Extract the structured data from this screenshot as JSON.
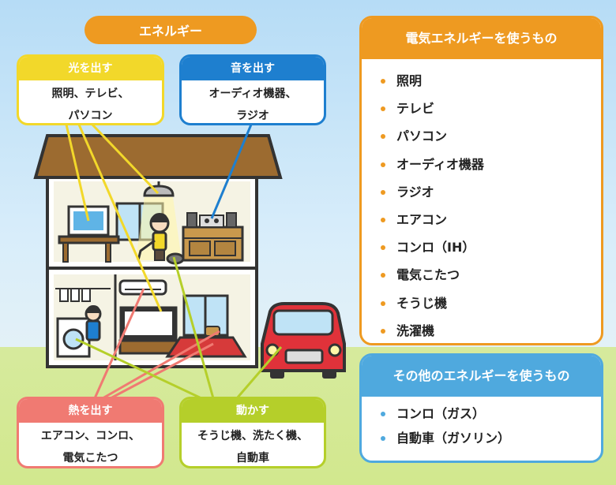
{
  "title": "エネルギー",
  "categories": {
    "light": {
      "label": "光を出す",
      "items": "照明、テレビ、\nパソコン",
      "color": "#f2d82a"
    },
    "sound": {
      "label": "音を出す",
      "items": "オーディオ機器、\nラジオ",
      "color": "#1e7fcf"
    },
    "heat": {
      "label": "熱を出す",
      "items": "エアコン、コンロ、\n電気こたつ",
      "color": "#f07a72"
    },
    "move": {
      "label": "動かす",
      "items": "そうじ機、洗たく機、\n自動車",
      "color": "#b5cf2a"
    }
  },
  "electric": {
    "heading": "電気エネルギーを使うもの",
    "items": [
      "照明",
      "テレビ",
      "パソコン",
      "オーディオ機器",
      "ラジオ",
      "エアコン",
      "コンロ（IH）",
      "電気こたつ",
      "そうじ機",
      "洗濯機"
    ],
    "color": "#ee9a21"
  },
  "other": {
    "heading": "その他のエネルギーを使うもの",
    "items": [
      "コンロ（ガス）",
      "自動車（ガソリン）"
    ],
    "color": "#4fa9de"
  }
}
